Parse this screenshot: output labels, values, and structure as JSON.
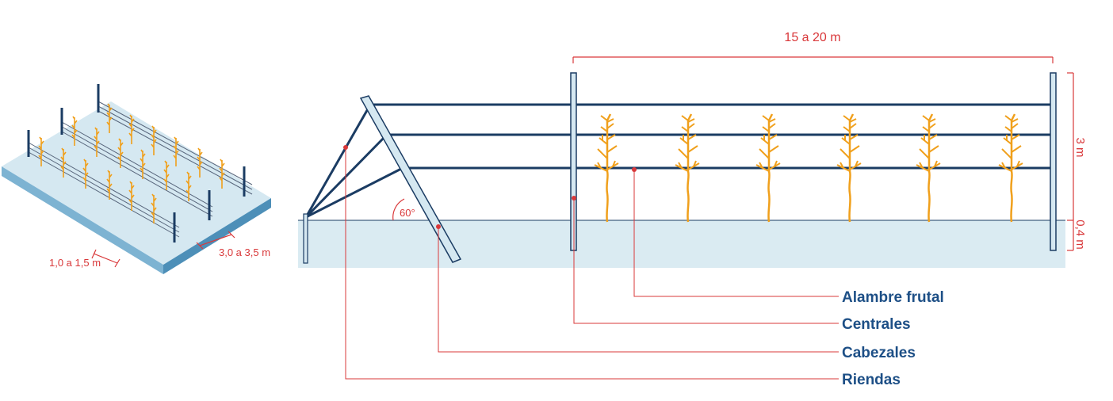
{
  "diagram": {
    "dimensions": {
      "post_span": "15 a 20 m",
      "height_above": "3 m",
      "depth_below": "0,4 m",
      "angle": "60°",
      "row_spacing": "3,0 a 3,5 m",
      "plant_spacing": "1,0 a 1,5 m"
    },
    "labels": {
      "wire": "Alambre frutal",
      "centrales": "Centrales",
      "cabezales": "Cabezales",
      "riendas": "Riendas"
    },
    "colors": {
      "wire": "#1b3c63",
      "post_fill": "#d5e8f1",
      "ground": "#daebf2",
      "plant": "#f0a01c",
      "dimension": "#d9383a",
      "label": "#1d4f86"
    }
  }
}
